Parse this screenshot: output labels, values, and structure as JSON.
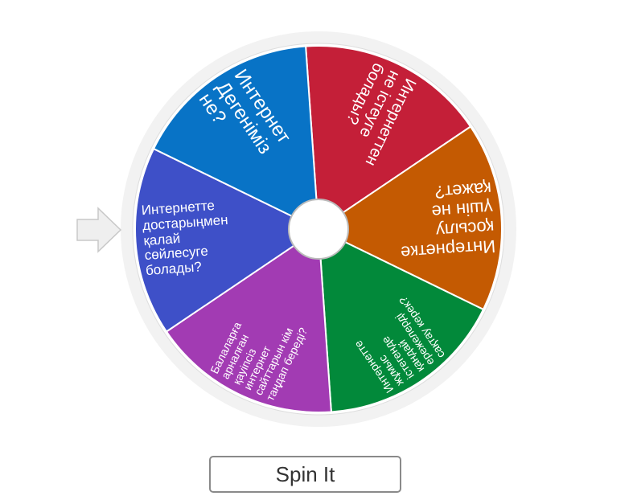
{
  "wheel": {
    "segments": [
      {
        "label": "Интернеттен\nне істеуге\nболады?",
        "color": "#c41f38"
      },
      {
        "label": "Интернетке\nқосылу\nүшін не\nқажет?",
        "color": "#c45a02"
      },
      {
        "label": "Интернетте\nжұмыс\nістегенде\nқандай\nережелерді\nсақтау керек?",
        "color": "#02893a"
      },
      {
        "label": "Балаларға\nарналған\nқауіпсіз\nинтернет\nсайттарын кім\nтаңдап береді?",
        "color": "#a23bb3"
      },
      {
        "label": "Интернетте\nдостарыңмен\nқалай\nсөйлесуге\nболады?",
        "color": "#3e50c8"
      },
      {
        "label": "Интернет\nДегеніміз\nне?",
        "color": "#0873c6"
      }
    ]
  },
  "pointer_icon": "arrow-right-icon",
  "spin_button": {
    "label": "Spin It"
  }
}
